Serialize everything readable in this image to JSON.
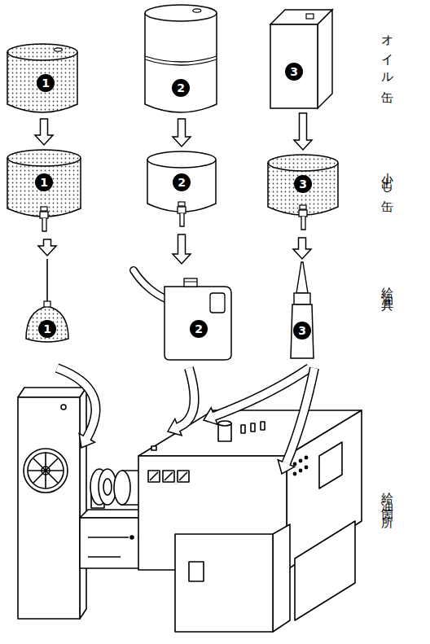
{
  "diagram": {
    "nodes": [
      {
        "text": [
          "1"
        ]
      },
      {
        "text": [
          "2"
        ]
      },
      {
        "text": [
          "3"
        ]
      },
      {
        "text": [
          "1"
        ]
      },
      {
        "text": [
          "2"
        ]
      },
      {
        "text": [
          "3"
        ]
      },
      {
        "text": [
          "1"
        ]
      },
      {
        "text": [
          "2"
        ]
      },
      {
        "text": [
          "3"
        ]
      }
    ],
    "edges": [
      {
        "from": 0,
        "to": 3,
        "arrow": "to"
      },
      {
        "from": 1,
        "to": 4,
        "arrow": "to"
      },
      {
        "from": 2,
        "to": 5,
        "arrow": "to"
      },
      {
        "from": 3,
        "to": 6,
        "arrow": "to"
      },
      {
        "from": 4,
        "to": 7,
        "arrow": "to"
      },
      {
        "from": 5,
        "to": 8,
        "arrow": "to"
      }
    ],
    "labels": [
      "オイル缶",
      "小出し缶",
      "給油具",
      "給油箇所"
    ]
  }
}
